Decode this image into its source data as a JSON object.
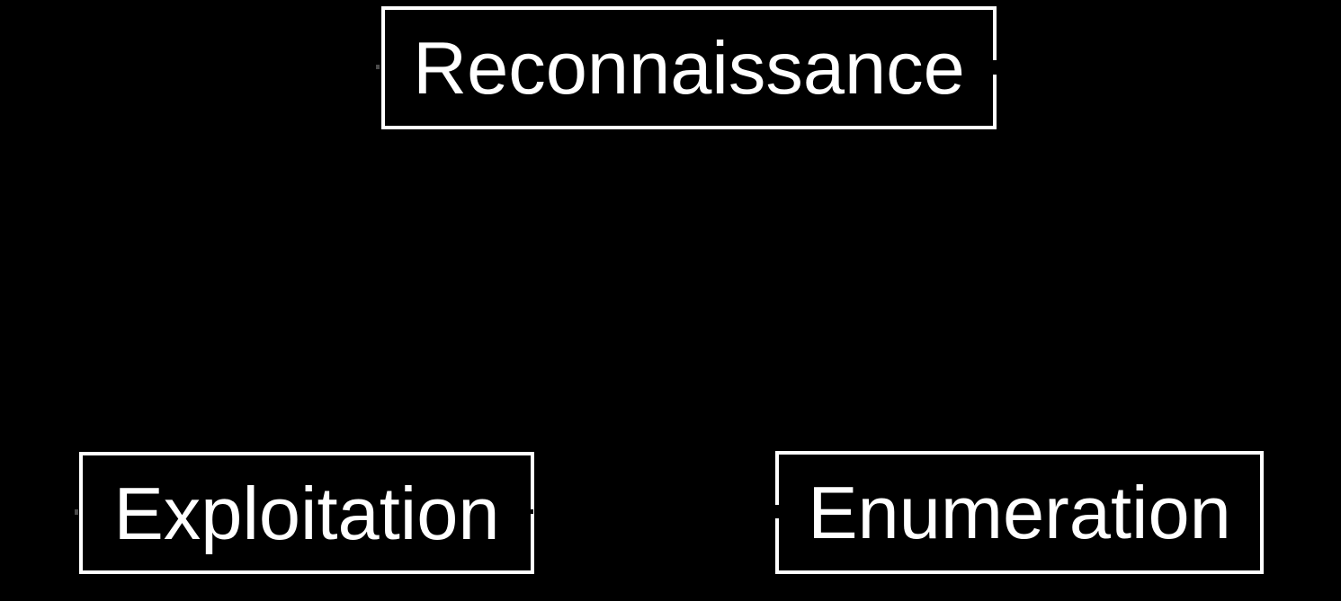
{
  "diagram": {
    "background_color": "#000000",
    "node_border_color": "#ffffff",
    "node_text_color": "#ffffff",
    "nodes": [
      {
        "id": "reconnaissance",
        "label": "Reconnaissance"
      },
      {
        "id": "exploitation",
        "label": "Exploitation"
      },
      {
        "id": "enumeration",
        "label": "Enumeration"
      }
    ]
  }
}
